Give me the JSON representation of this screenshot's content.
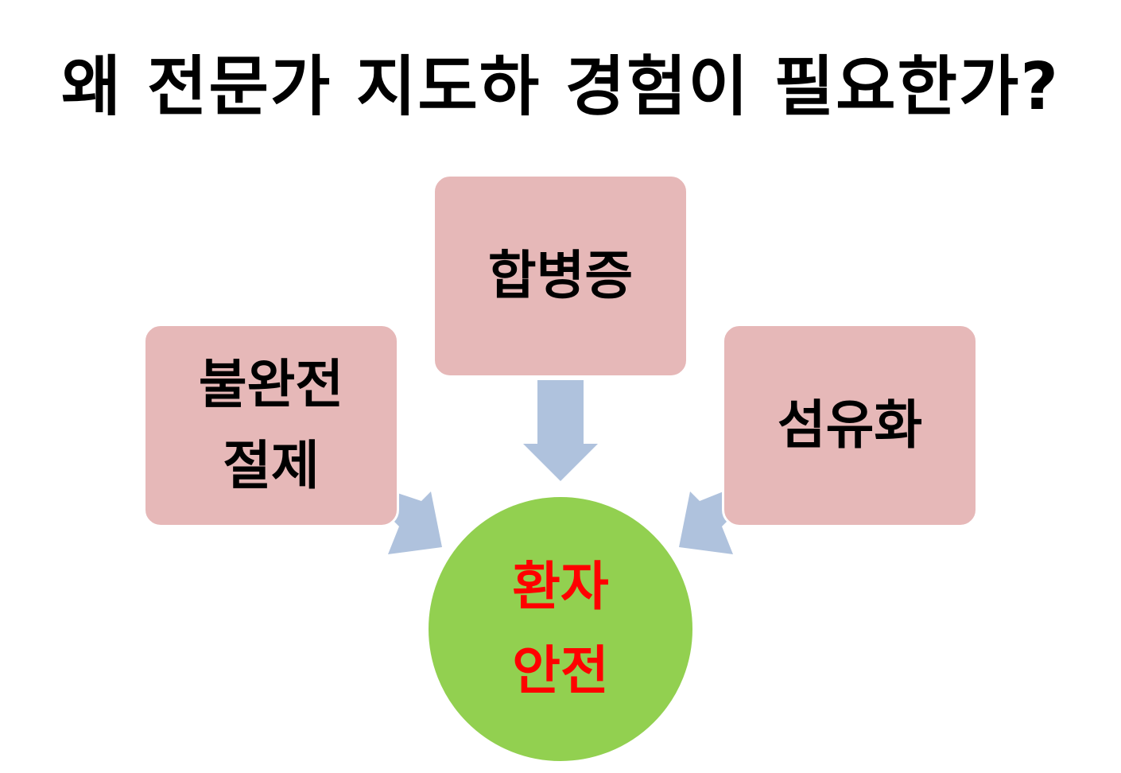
{
  "title": "왜 전문가 지도하 경험이 필요한가?",
  "nodes": {
    "left": "불완전\n절제",
    "top": "합병증",
    "right": "섬유화",
    "center": "환자\n안전"
  },
  "colors": {
    "box_fill": "#e6b8b8",
    "circle_fill": "#92d050",
    "arrow_fill": "#afc2dd",
    "center_text": "#ff0000",
    "text": "#000000"
  }
}
